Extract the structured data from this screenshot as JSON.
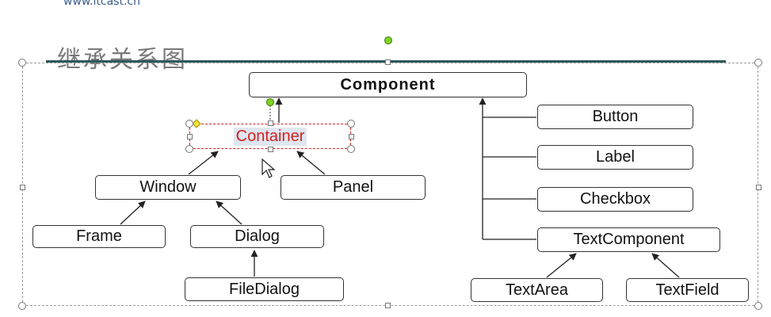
{
  "header": {
    "site_url": "www.itcast.cn",
    "title": "继承关系图"
  },
  "diagram": {
    "nodes": {
      "component": "Component",
      "container": "Container",
      "window": "Window",
      "panel": "Panel",
      "frame": "Frame",
      "dialog": "Dialog",
      "filedialog": "FileDialog",
      "button": "Button",
      "label": "Label",
      "checkbox": "Checkbox",
      "textcomponent": "TextComponent",
      "textarea": "TextArea",
      "textfield": "TextField"
    },
    "selected_node": "container"
  },
  "colors": {
    "title_rule": "#2c5a5a",
    "selected_text": "#d42020",
    "rotate_handle": "#7ed321"
  }
}
